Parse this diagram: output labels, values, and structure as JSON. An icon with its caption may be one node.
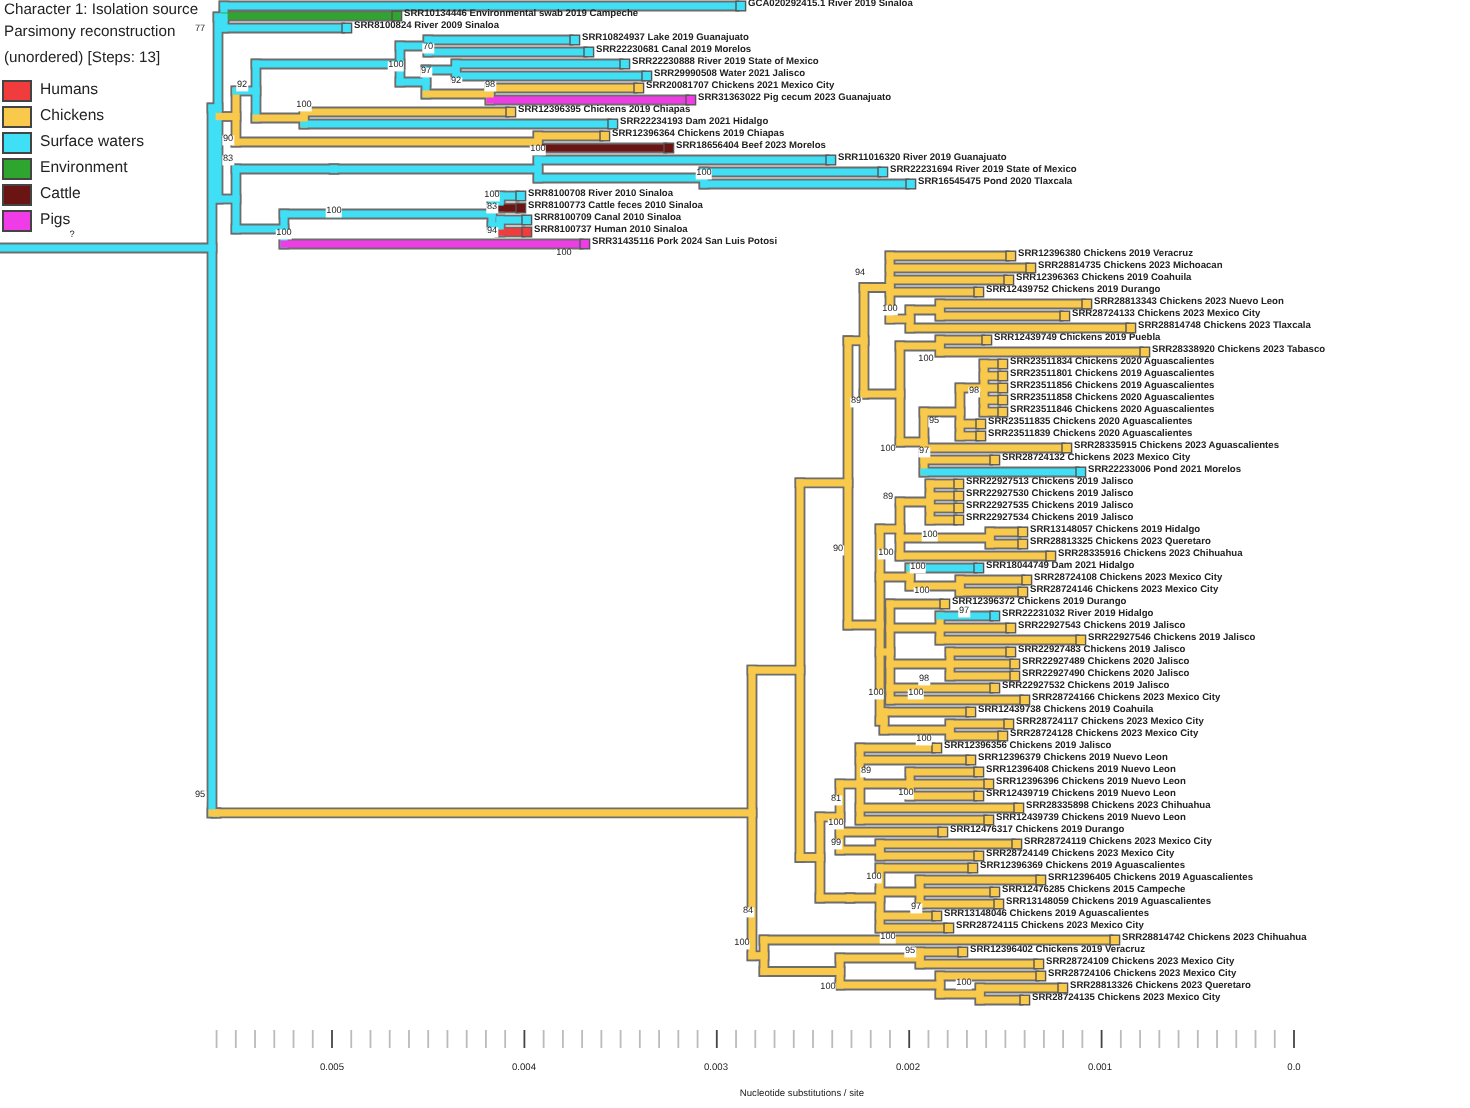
{
  "diagram": {
    "labels": [
      "Character 1: Isolation source",
      "Parsimony reconstruction",
      "(unordered) [Steps: 13]",
      "GCA020292415.1 River 2019 Sinaloa",
      "SRR10134446 Environmental swab 2019 Campeche",
      "SRR8100824 River 2009 Sinaloa",
      "SRR10824937 Lake 2019 Guanajuato",
      "SRR22230681 Canal 2019 Morelos",
      "SRR22230888 River 2019 State of Mexico",
      "SRR29990508 Water 2021 Jalisco",
      "SRR20081707 Chickens 2021 Mexico City",
      "SRR31363022 Pig cecum 2023 Guanajuato",
      "SRR12396395 Chickens 2019 Chiapas",
      "SRR22234193 Dam 2021 Hidalgo",
      "SRR12396364 Chickens 2019 Chiapas",
      "SRR18656404 Beef 2023 Morelos",
      "SRR11016320 River 2019 Guanajuato",
      "SRR22231694 River 2019 State of Mexico",
      "SRR16545475 Pond 2020 Tlaxcala",
      "SRR8100708 River 2010 Sinaloa",
      "SRR8100773 Cattle feces 2010 Sinaloa",
      "SRR8100709 Canal 2010 Sinaloa",
      "SRR8100737 Human 2010 Sinaloa",
      "SRR31435116 Pork 2024 San Luis Potosi",
      "SRR12396380 Chickens 2019 Veracruz",
      "SRR28814735 Chickens 2023 Michoacan",
      "SRR12396363 Chickens 2019 Coahuila",
      "SRR12439752 Chickens 2019 Durango",
      "SRR28813343 Chickens 2023 Nuevo Leon",
      "SRR28724133 Chickens 2023 Mexico City",
      "SRR28814748 Chickens 2023 Tlaxcala",
      "SRR12439749 Chickens 2019 Puebla",
      "SRR28338920 Chickens 2023 Tabasco",
      "SRR23511834 Chickens 2020 Aguascalientes",
      "SRR23511801 Chickens 2019 Aguascalientes",
      "SRR23511856 Chickens 2019 Aguascalientes",
      "SRR23511858 Chickens 2020 Aguascalientes",
      "SRR23511846 Chickens 2020 Aguascalientes",
      "SRR23511835 Chickens 2020 Aguascalientes",
      "SRR23511839 Chickens 2020 Aguascalientes",
      "SRR28335915 Chickens 2023 Aguascalientes",
      "SRR28724132 Chickens 2023 Mexico City",
      "SRR22233006 Pond 2021 Morelos",
      "SRR22927513 Chickens 2019 Jalisco",
      "SRR22927530 Chickens 2019 Jalisco",
      "SRR22927535 Chickens 2019 Jalisco",
      "SRR22927534 Chickens 2019 Jalisco",
      "SRR13148057 Chickens 2019 Hidalgo",
      "SRR28813325 Chickens 2023 Queretaro",
      "SRR28335916 Chickens 2023 Chihuahua",
      "SRR18044749 Dam 2021 Hidalgo",
      "SRR28724108 Chickens 2023 Mexico City",
      "SRR28724146 Chickens 2023 Mexico City",
      "SRR12396372 Chickens 2019 Durango",
      "SRR22231032 River 2019 Hidalgo",
      "SRR22927543 Chickens 2019 Jalisco",
      "SRR22927546 Chickens 2019 Jalisco",
      "SRR22927483 Chickens 2019 Jalisco",
      "SRR22927489 Chickens 2020 Jalisco",
      "SRR22927490 Chickens 2020 Jalisco",
      "SRR22927532 Chickens 2019 Jalisco",
      "SRR28724166 Chickens 2023 Mexico City",
      "SRR12439738 Chickens 2019 Coahuila",
      "SRR28724117 Chickens 2023 Mexico City",
      "SRR28724128 Chickens 2023 Mexico City",
      "SRR12396356 Chickens 2019 Jalisco",
      "SRR12396379 Chickens 2019 Nuevo Leon",
      "SRR12396408 Chickens 2019 Nuevo Leon",
      "SRR12396396 Chickens 2019 Nuevo Leon",
      "SRR12439719 Chickens 2019 Nuevo Leon",
      "SRR28335898 Chickens 2023 Chihuahua",
      "SRR12439739 Chickens 2019 Nuevo Leon",
      "SRR12476317 Chickens 2019 Durango",
      "SRR28724119 Chickens 2023 Mexico City",
      "SRR28724149 Chickens 2023 Mexico City",
      "SRR12396369 Chickens 2019 Aguascalientes",
      "SRR12396405 Chickens 2019 Aguascalientes",
      "SRR12476285 Chickens 2015 Campeche",
      "SRR13148059 Chickens 2019 Aguascalientes",
      "SRR13148046 Chickens 2019 Aguascalientes",
      "SRR28724115 Chickens 2023 Mexico City",
      "SRR28814742 Chickens 2023 Chihuahua",
      "SRR12396402 Chickens 2019 Veracruz",
      "SRR28724109 Chickens 2023 Mexico City",
      "SRR28724106 Chickens 2023 Mexico City",
      "SRR28813326 Chickens 2023 Queretaro",
      "SRR28724135 Chickens 2023 Mexico City",
      "77",
      "70",
      "100",
      "97",
      "92",
      "92",
      "98",
      "100",
      "90",
      "100",
      "83",
      "100",
      "100",
      "83",
      "100",
      "94",
      "?",
      "100",
      "100",
      "94",
      "100",
      "100",
      "98",
      "89",
      "95",
      "100",
      "97",
      "89",
      "100",
      "90",
      "100",
      "100",
      "100",
      "97",
      "98",
      "100",
      "100",
      "100",
      "89",
      "100",
      "81",
      "95",
      "100",
      "99",
      "100",
      "97",
      "84",
      "100",
      "100",
      "95",
      "100",
      "100",
      "0.005",
      "0.004",
      "0.003",
      "0.002",
      "0.001",
      "0.0",
      "Nucleotide substitutions / site"
    ],
    "legend": [
      {
        "text": "Humans",
        "color": "#f03c3c"
      },
      {
        "text": "Chickens",
        "color": "#f8c94a"
      },
      {
        "text": "Surface waters",
        "color": "#3fe0f5"
      },
      {
        "text": "Environment",
        "color": "#2ea52e"
      },
      {
        "text": "Cattle",
        "color": "#6a1414"
      },
      {
        "text": "Pigs",
        "color": "#f03ce6"
      }
    ]
  }
}
